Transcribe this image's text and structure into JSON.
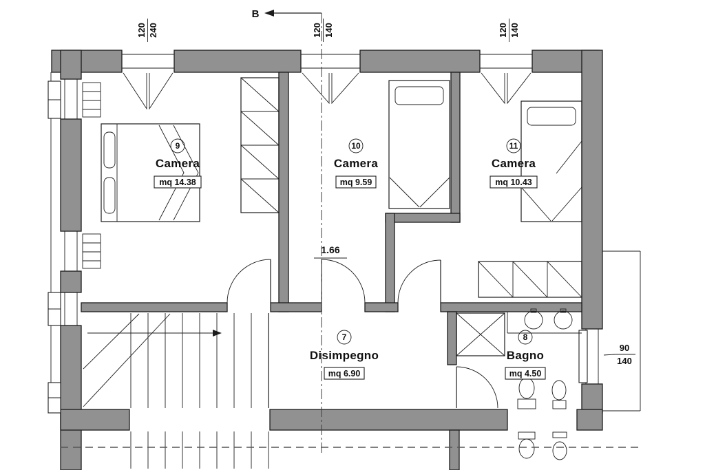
{
  "plan": {
    "section_marker": "B",
    "corridor_dim": "1.66",
    "rooms": [
      {
        "number": "9",
        "name": "Camera",
        "area": "mq 14.38"
      },
      {
        "number": "10",
        "name": "Camera",
        "area": "mq 9.59"
      },
      {
        "number": "11",
        "name": "Camera",
        "area": "mq 10.43"
      },
      {
        "number": "7",
        "name": "Disimpegno",
        "area": "mq 6.90"
      },
      {
        "number": "8",
        "name": "Bagno",
        "area": "mq 4.50"
      }
    ],
    "window_dims": [
      {
        "w": "120",
        "h": "240"
      },
      {
        "w": "120",
        "h": "140"
      },
      {
        "w": "120",
        "h": "140"
      },
      {
        "w": "90",
        "h": "140"
      }
    ]
  },
  "colors": {
    "wall": "#919191",
    "line": "#1c1c1c",
    "background": "#ffffff"
  }
}
